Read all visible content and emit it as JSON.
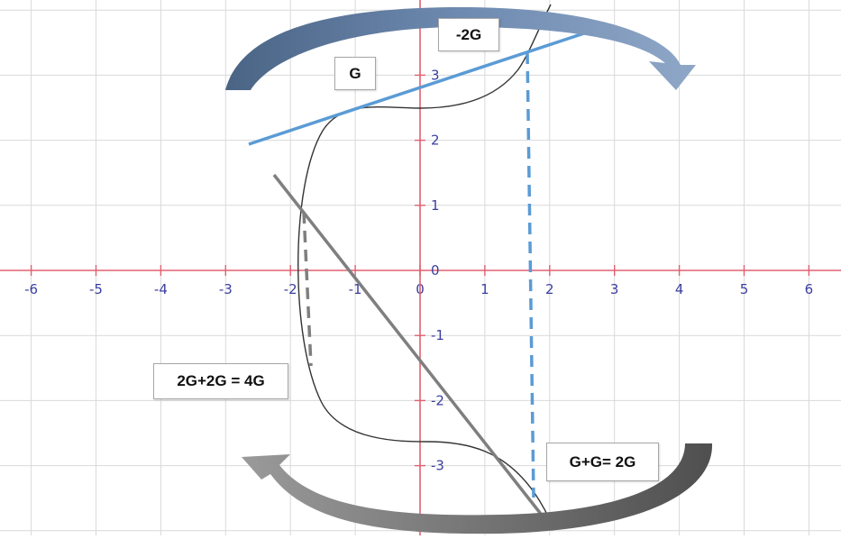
{
  "diagram": {
    "x_ticks": [
      "-6",
      "-5",
      "-4",
      "-3",
      "-2",
      "-1",
      "0",
      "1",
      "2",
      "3",
      "4",
      "5",
      "6"
    ],
    "y_ticks": [
      "3",
      "2",
      "1",
      "0",
      "-1",
      "-2",
      "-3"
    ],
    "labels": {
      "point_g": "G",
      "point_neg_2g": "-2G",
      "point_4g": "2G+2G = 4G",
      "point_2g": "G+G= 2G"
    },
    "colors": {
      "axis": "#e06070",
      "grid": "#d9d9d9",
      "curve": "#333333",
      "tangent_blue": "#5b9bd5",
      "tangent_gray": "#7f7f7f",
      "arrow_top": "#6b86ad",
      "arrow_bottom": "#6e6e6e",
      "tick_text": "#3b3fa0"
    }
  }
}
